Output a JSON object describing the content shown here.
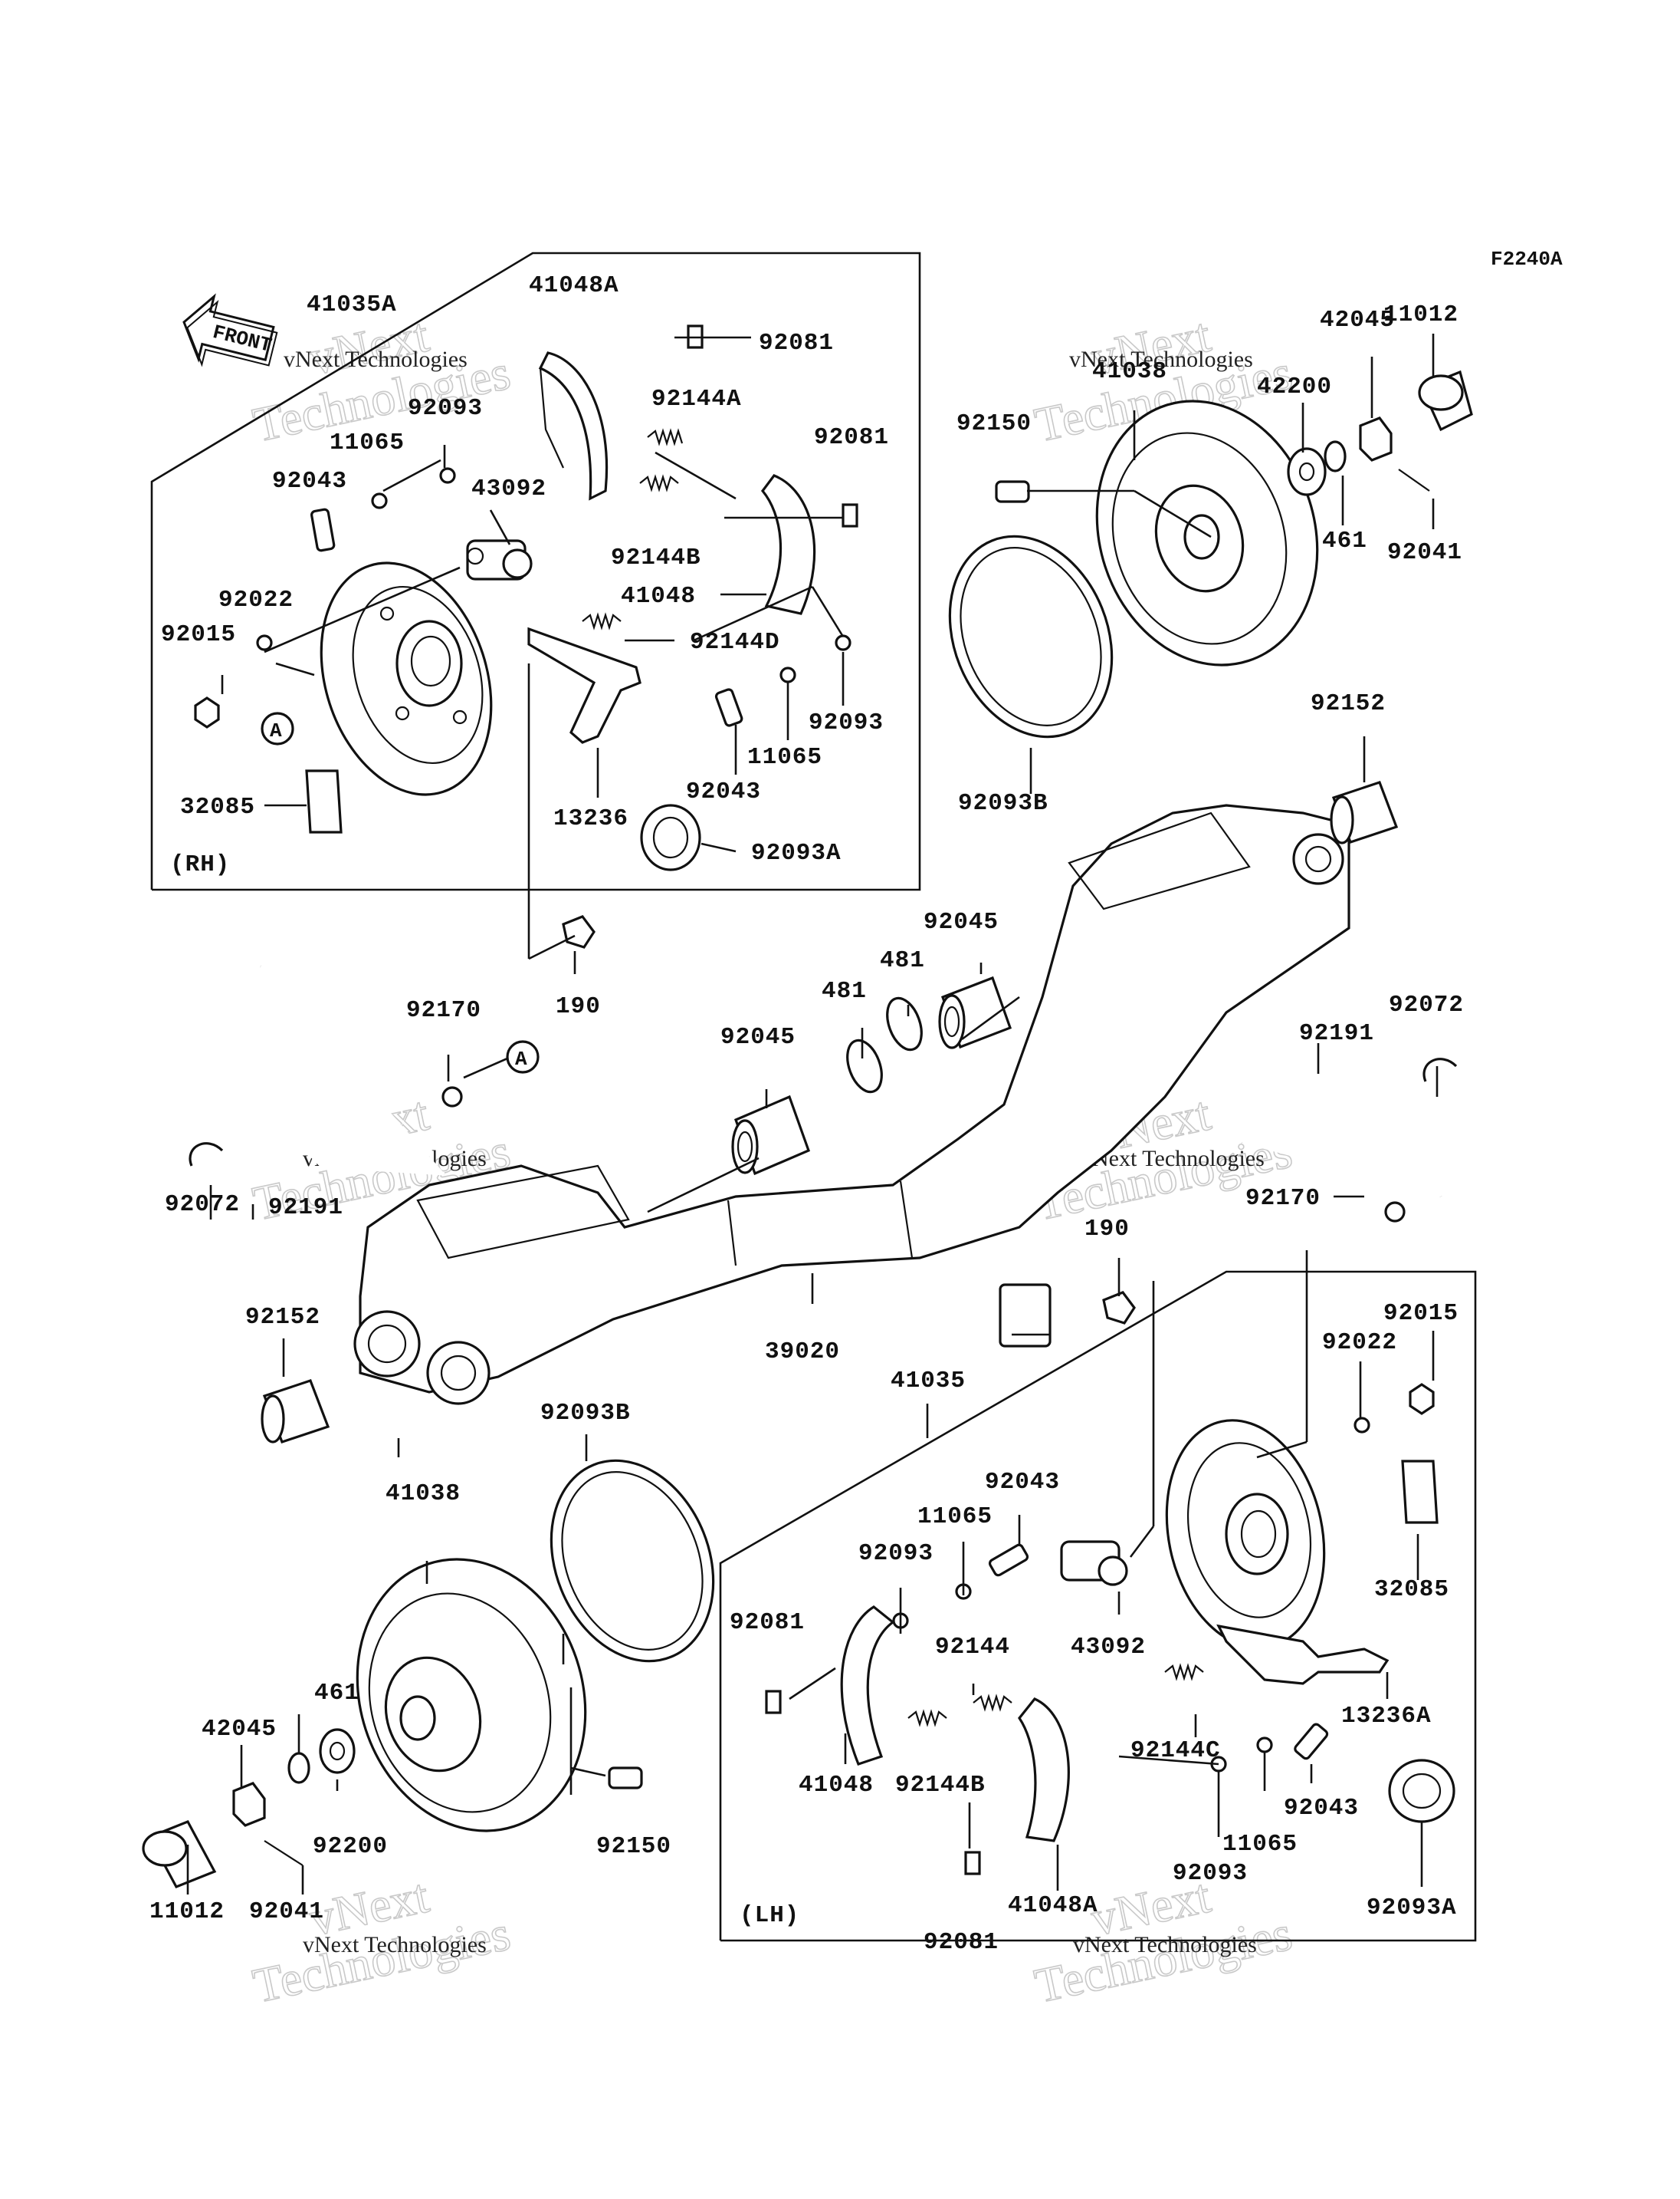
{
  "figure_code": "F2240A",
  "front_label": "FRONT",
  "side_labels": {
    "right": "(RH)",
    "left": "(LH)"
  },
  "callout_A": "A",
  "watermark": {
    "line1": "vNext",
    "line2": "Technologies",
    "small": "vNext Technologies"
  },
  "parts": {
    "p41035A": "41035A",
    "p41048A_top": "41048A",
    "p92081_t1": "92081",
    "p92093_t1": "92093",
    "p92144A": "92144A",
    "p92081_t2": "92081",
    "p11065_t1": "11065",
    "p92043_t1": "92043",
    "p43092_t": "43092",
    "p92144B_t": "92144B",
    "p41048_t": "41048",
    "p92022_t": "92022",
    "p92015_t": "92015",
    "p92144D": "92144D",
    "p92093_t2": "92093",
    "p11065_t2": "11065",
    "p92043_t2": "92043",
    "p13236": "13236",
    "p32085_t": "32085",
    "p92093A_t": "92093A",
    "p41038_t": "41038",
    "p92150_t": "92150",
    "p42200": "42200",
    "p42045_t": "42045",
    "p11012_t": "11012",
    "p461_t": "461",
    "p92041_t": "92041",
    "p92093B_t": "92093B",
    "p92152_r": "92152",
    "p92045_r": "92045",
    "p481_r": "481",
    "p481_l": "481",
    "p92045_l": "92045",
    "p92170_l": "92170",
    "p190_t": "190",
    "p92191_l": "92191",
    "p92072_l": "92072",
    "p92072_r": "92072",
    "p92191_r": "92191",
    "p92170_r": "92170",
    "p190_b": "190",
    "p92152_l": "92152",
    "p39020": "39020",
    "p41035": "41035",
    "p92093B_b": "92093B",
    "p41038_b": "41038",
    "p92015_b": "92015",
    "p92022_b": "92022",
    "p92043_b1": "92043",
    "p11065_b1": "11065",
    "p92093_b1": "92093",
    "p92081_b1": "92081",
    "p92144": "92144",
    "p43092_b": "43092",
    "p32085_b": "32085",
    "p461_b": "461",
    "p42045_b": "42045",
    "p92200": "92200",
    "p92150_b": "92150",
    "p41048_b": "41048",
    "p92144B_b": "92144B",
    "p92144C": "92144C",
    "p13236A": "13236A",
    "p92043_b2": "92043",
    "p11065_b2": "11065",
    "p92093_b2": "92093",
    "p41048A_b": "41048A",
    "p92081_b2": "92081",
    "p92093A_b": "92093A",
    "p11012_b": "11012",
    "p92041_b": "92041"
  }
}
